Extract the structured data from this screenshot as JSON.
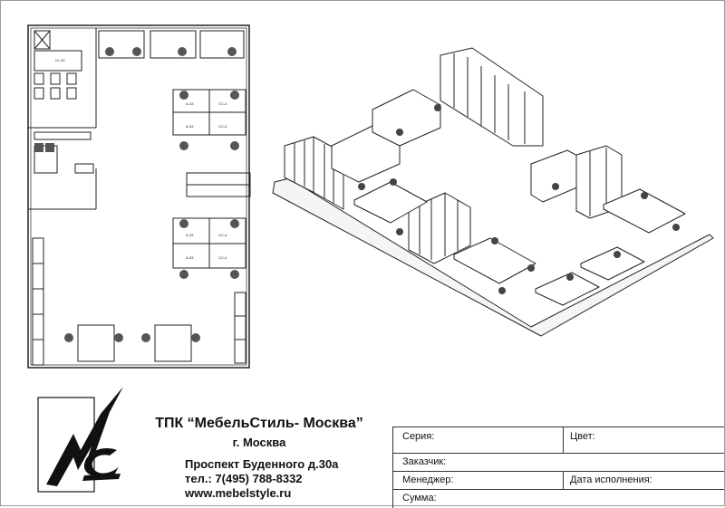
{
  "company": {
    "name": "ТПК “МебельСтиль- Москва”",
    "city": "г. Москва",
    "address": "Проспект Буденного д.30а",
    "phone": "тел.: 7(495) 788-8332",
    "website": "www.mebelstyle.ru"
  },
  "form": {
    "series_label": "Серия:",
    "color_label": "Цвет:",
    "customer_label": "Заказчик:",
    "manager_label": "Менеджер:",
    "due_date_label": "Дата исполнения:",
    "sum_label": "Сумма:"
  },
  "plan": {
    "kitchen_labels": [
      "Ст-10"
    ],
    "desk_labels": [
      "A-33",
      "CC-4",
      "A-33",
      "CC-4",
      "A-33",
      "CC-4",
      "A-33",
      "CC-4"
    ]
  },
  "colors": {
    "line": "#222222",
    "fill_dark": "#555555"
  }
}
